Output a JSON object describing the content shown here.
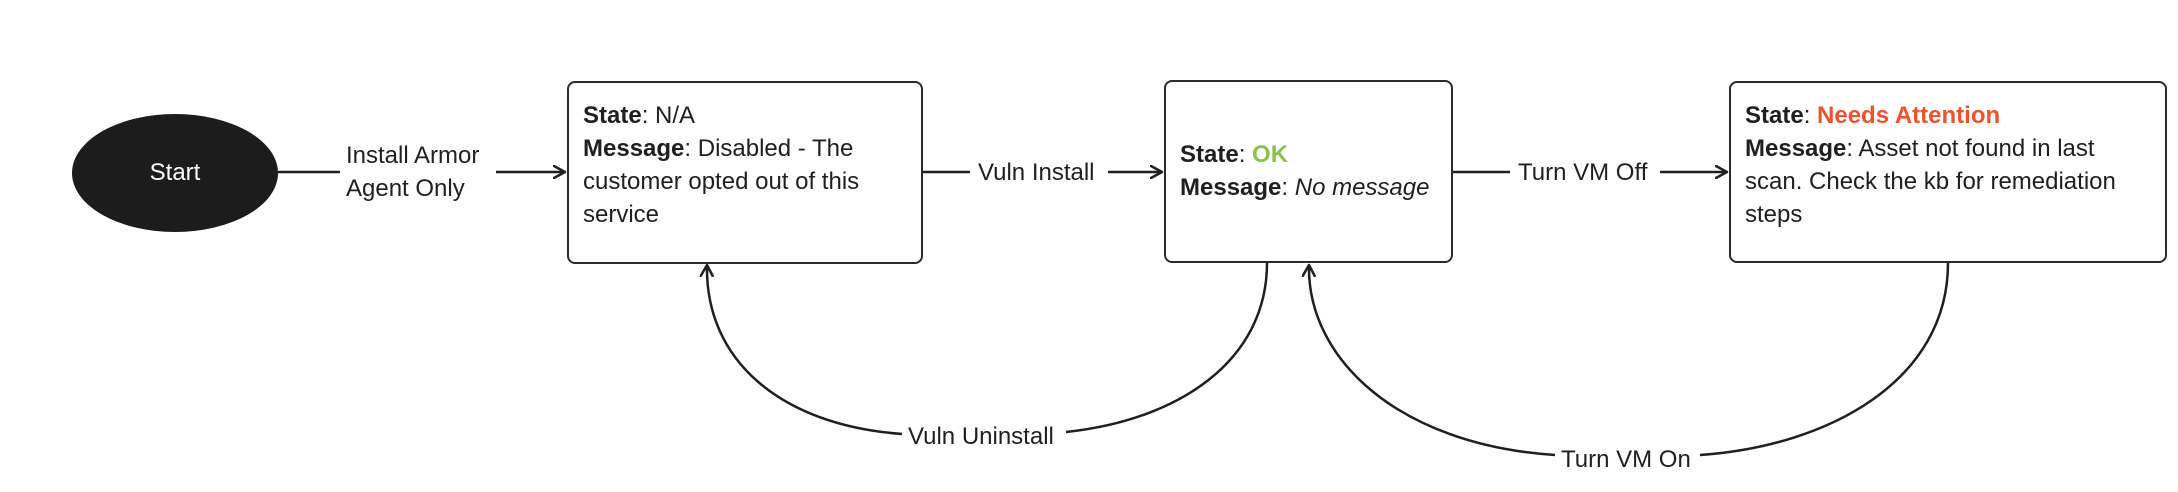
{
  "start": {
    "label": "Start"
  },
  "nodes": {
    "disabled": {
      "state_key": "State",
      "state_value": "N/A",
      "message_key": "Message",
      "message_value": "Disabled - The customer opted out of this service"
    },
    "ok": {
      "state_key": "State",
      "state_value": "OK",
      "message_key": "Message",
      "message_value": "No message"
    },
    "attention": {
      "state_key": "State",
      "state_value": "Needs Attention",
      "message_key": "Message",
      "message_value": "Asset not found in last scan. Check the kb for remediation steps"
    }
  },
  "edges": {
    "install_armor": "Install Armor Agent Only",
    "vuln_install": "Vuln Install",
    "turn_vm_off": "Turn VM Off",
    "vuln_uninstall": "Vuln Uninstall",
    "turn_vm_on": "Turn VM On"
  },
  "colors": {
    "ok": "#8bc34a",
    "needs_attention": "#f0522d",
    "line": "#1f1f1f",
    "start_fill": "#1c1c1c"
  }
}
